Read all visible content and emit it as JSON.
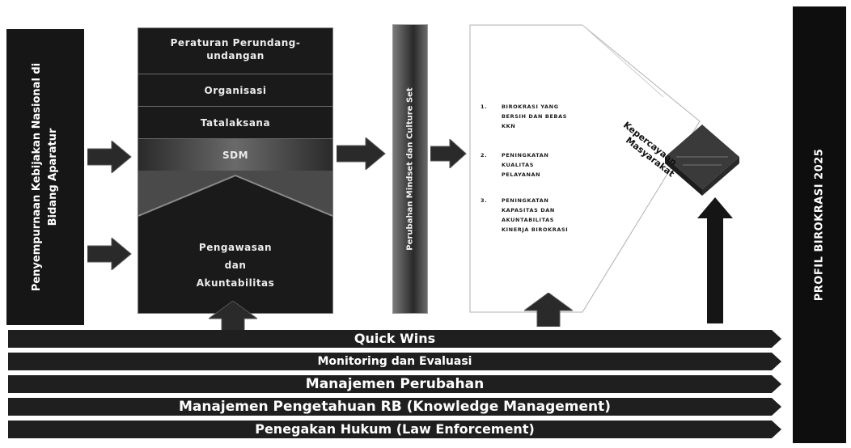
{
  "left_bar": {
    "line1": "Penyempurnaan Kebijakan Nasional di",
    "line2": "Bidang Aparatur"
  },
  "central": {
    "rows": [
      "Peraturan Perundang-",
      "undangan",
      "Organisasi",
      "Tatalaksana",
      "SDM"
    ],
    "pengawasan": [
      "Pengawasan",
      "dan",
      "Akuntabilitas"
    ]
  },
  "mind_bar": {
    "label": "Perubahan Mindset dan Culture Set"
  },
  "results": [
    {
      "num": "1.",
      "text": "BIROKRASI YANG\nBERSIH DAN BEBAS\nKKN"
    },
    {
      "num": "2.",
      "text": "PENINGKATAN\nKUALITAS\nPELAYANAN"
    },
    {
      "num": "3.",
      "text": "PENINGKATAN\nKAPASITAS DAN\nAKUNTABILITAS\nKINERJA BIROKRASI"
    }
  ],
  "kepercayaan": {
    "line1": "Kepercayaan",
    "line2": "Masyarakat"
  },
  "right_bar": {
    "label": "PROFIL BIROKRASI 2025"
  },
  "bands": [
    "Quick Wins",
    "Monitoring dan Evaluasi",
    "Manajemen Perubahan",
    "Manajemen Pengetahuan RB (Knowledge Management)",
    "Penegakan Hukum (Law Enforcement)"
  ],
  "colors": {
    "dark": "#161616",
    "band": "#1f1f1f",
    "white": "#ffffff"
  }
}
